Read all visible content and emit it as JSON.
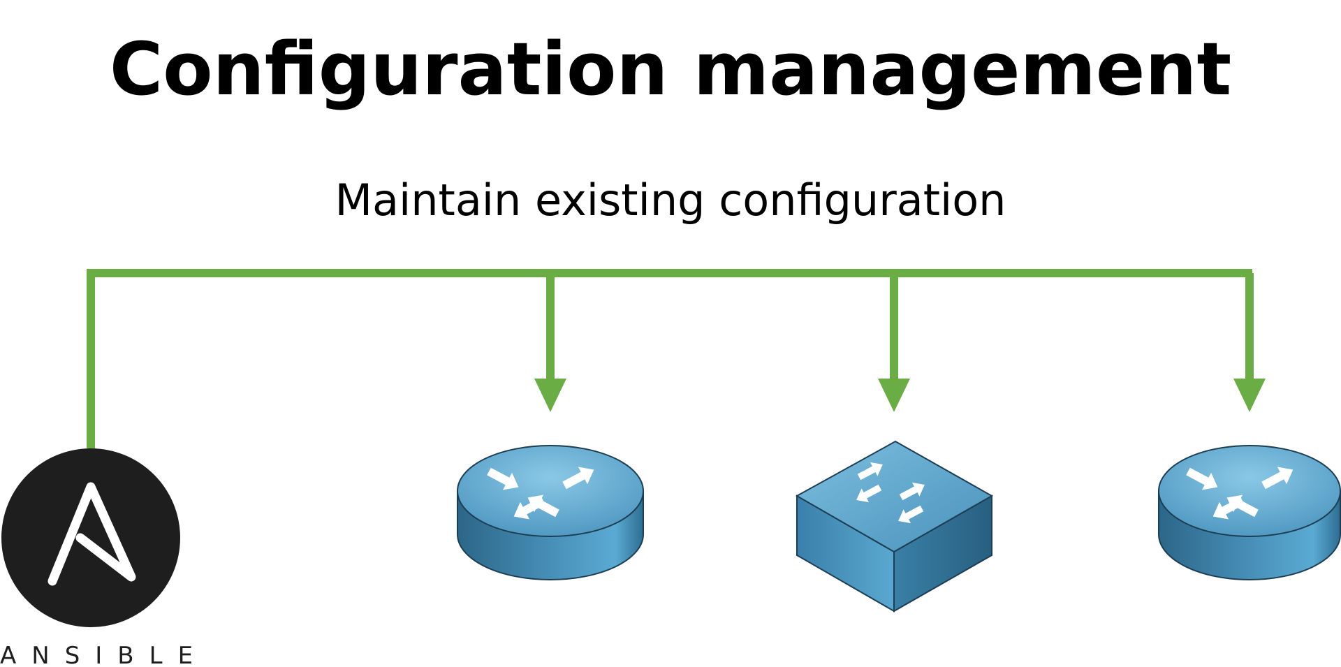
{
  "title": "Configuration management",
  "subtitle": "Maintain existing configuration",
  "controller": {
    "label": "ANSIBLE",
    "icon": "ansible-logo-icon"
  },
  "devices": [
    {
      "type": "router",
      "icon": "router-icon"
    },
    {
      "type": "switch",
      "icon": "switch-icon"
    },
    {
      "type": "router",
      "icon": "router-icon"
    }
  ],
  "colors": {
    "connector": "#6aad45",
    "device_blue": "#4a93bc",
    "ansible_black": "#1e1e1e"
  }
}
